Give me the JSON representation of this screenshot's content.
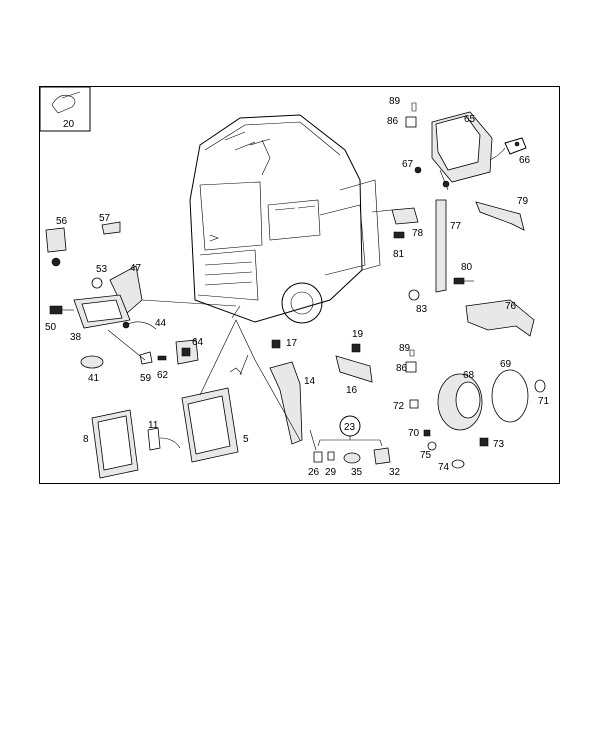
{
  "diagram": {
    "callouts": {
      "c20": "20",
      "c89a": "89",
      "c86a": "86",
      "c65": "65",
      "c67": "67",
      "c66": "66",
      "c56": "56",
      "c57": "57",
      "c79": "79",
      "c78": "78",
      "c77": "77",
      "c81": "81",
      "c53": "53",
      "c47": "47",
      "c80": "80",
      "c83": "83",
      "c76": "76",
      "c50": "50",
      "c38": "38",
      "c44": "44",
      "c64": "64",
      "c17": "17",
      "c19": "19",
      "c89b": "89",
      "c86b": "86",
      "c69": "69",
      "c68": "68",
      "c71": "71",
      "c41": "41",
      "c59": "59",
      "c62": "62",
      "c14": "14",
      "c16": "16",
      "c72": "72",
      "c70": "70",
      "c75": "75",
      "c73": "73",
      "c74": "74",
      "c8": "8",
      "c11": "11",
      "c5": "5",
      "c23": "23",
      "c26": "26",
      "c29": "29",
      "c35": "35",
      "c32": "32"
    }
  }
}
